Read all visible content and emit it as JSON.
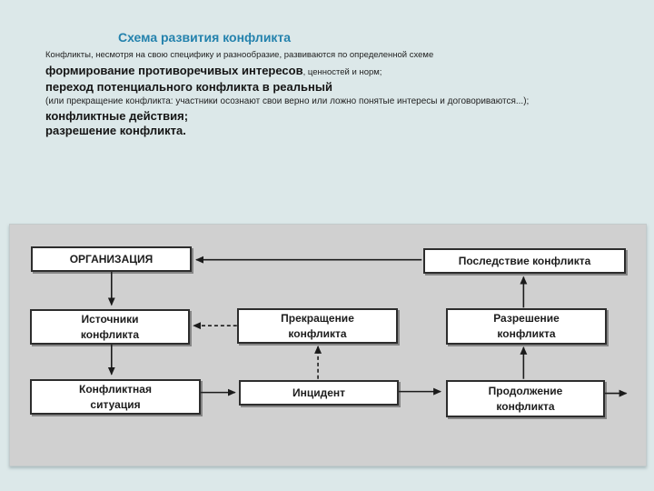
{
  "header": {
    "title": "Схема развития конфликта",
    "intro": "Конфликты, несмотря на свою специфику и разнообразие, развиваются по определенной схеме",
    "stage1_bold": "формирование противоречивых интересов",
    "stage1_rest": ", ценностей и норм;",
    "stage2_bold": "переход потенциального конфликта в реальный",
    "stage2_note": "(или прекращение конфликта: участники осознают свои верно или ложно понятые интересы и договориваются...);",
    "stage3_bold": "конфликтные действия;",
    "stage4_bold": "разрешение конфликта."
  },
  "diagram": {
    "boxes": {
      "organization": "ОРГАНИЗАЦИЯ",
      "consequence": "Последствие конфликта",
      "sources": "Источники конфликта",
      "cessation": "Прекращение конфликта",
      "resolution": "Разрешение конфликта",
      "situation": "Конфликтная ситуация",
      "incident": "Инцидент",
      "continuation": "Продолжение конфликта"
    },
    "arrows": [
      {
        "from": "consequence",
        "to": "organization",
        "style": "solid"
      },
      {
        "from": "organization",
        "to": "sources",
        "style": "solid"
      },
      {
        "from": "sources",
        "to": "situation",
        "style": "solid"
      },
      {
        "from": "situation",
        "to": "incident",
        "style": "solid"
      },
      {
        "from": "incident",
        "to": "continuation",
        "style": "solid"
      },
      {
        "from": "incident",
        "to": "cessation",
        "style": "dashed"
      },
      {
        "from": "cessation",
        "to": "sources",
        "style": "dashed"
      },
      {
        "from": "continuation",
        "to": "resolution",
        "style": "solid"
      },
      {
        "from": "resolution",
        "to": "consequence",
        "style": "solid"
      },
      {
        "from": "continuation",
        "to": "outside-right",
        "style": "solid"
      }
    ],
    "colors": {
      "page_background": "#dce8e9",
      "panel_background": "#d0d0d0",
      "box_background": "#ffffff",
      "box_border": "#2d2d2d",
      "title_accent": "#2482ad",
      "arrow": "#1b1b1b"
    }
  }
}
